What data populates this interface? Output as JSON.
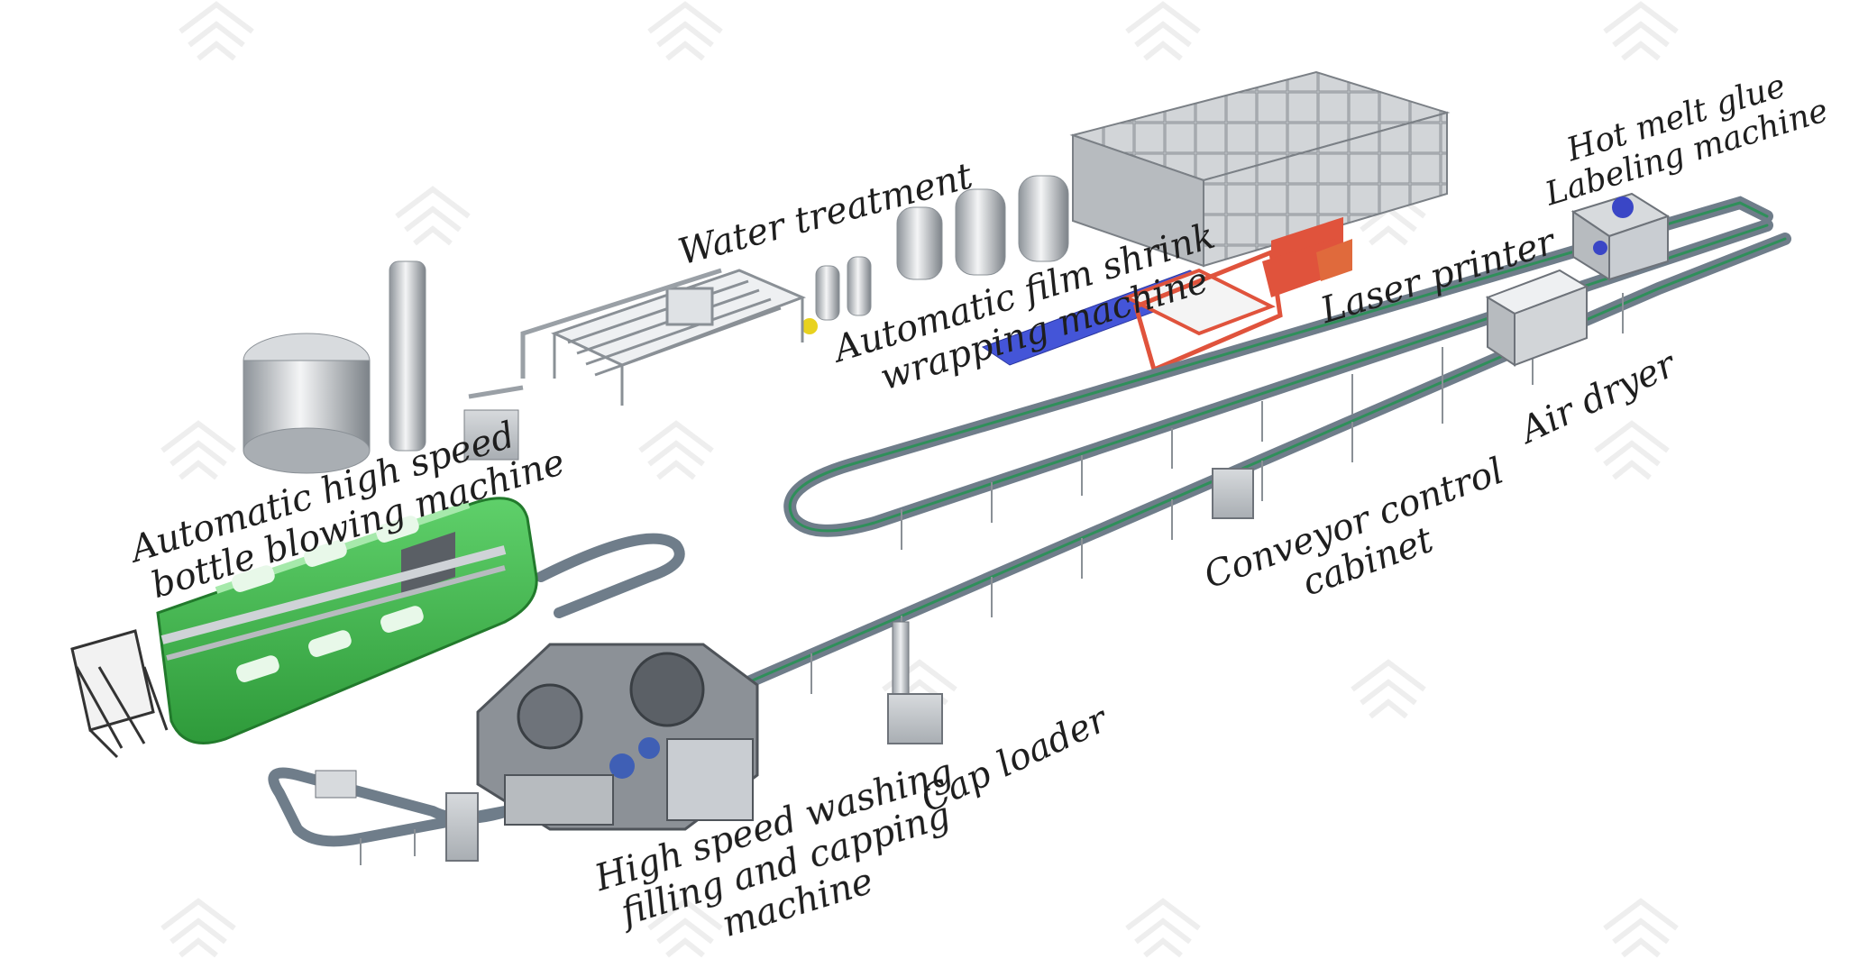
{
  "labels": {
    "water_treatment": "Water treatment",
    "film_shrink_line1": "Automatic film shrink",
    "film_shrink_line2": "wrapping machine",
    "laser_printer": "Laser printer",
    "labeling_line1": "Hot melt glue",
    "labeling_line2": "Labeling machine",
    "blowing_line1": "Automatic high speed",
    "blowing_line2": "bottle blowing machine",
    "air_dryer": "Air dryer",
    "conveyor_line1": "Conveyor control",
    "conveyor_line2": "cabinet",
    "cap_loader": "Cap loader",
    "filling_line1": "High speed washing",
    "filling_line2": "filling and capping",
    "filling_line3": "machine"
  },
  "colors": {
    "blowing_machine": "#3fb24a",
    "shrink_machine": "#e0533c",
    "steel": "#c9cdd2",
    "dark_steel": "#6e737a",
    "conveyor_belt": "#6f7d8a",
    "conveyor_guide": "#2f8f5a",
    "watermark": "#e6e6e6"
  },
  "watermark_icon": "paima-packaging-logo"
}
